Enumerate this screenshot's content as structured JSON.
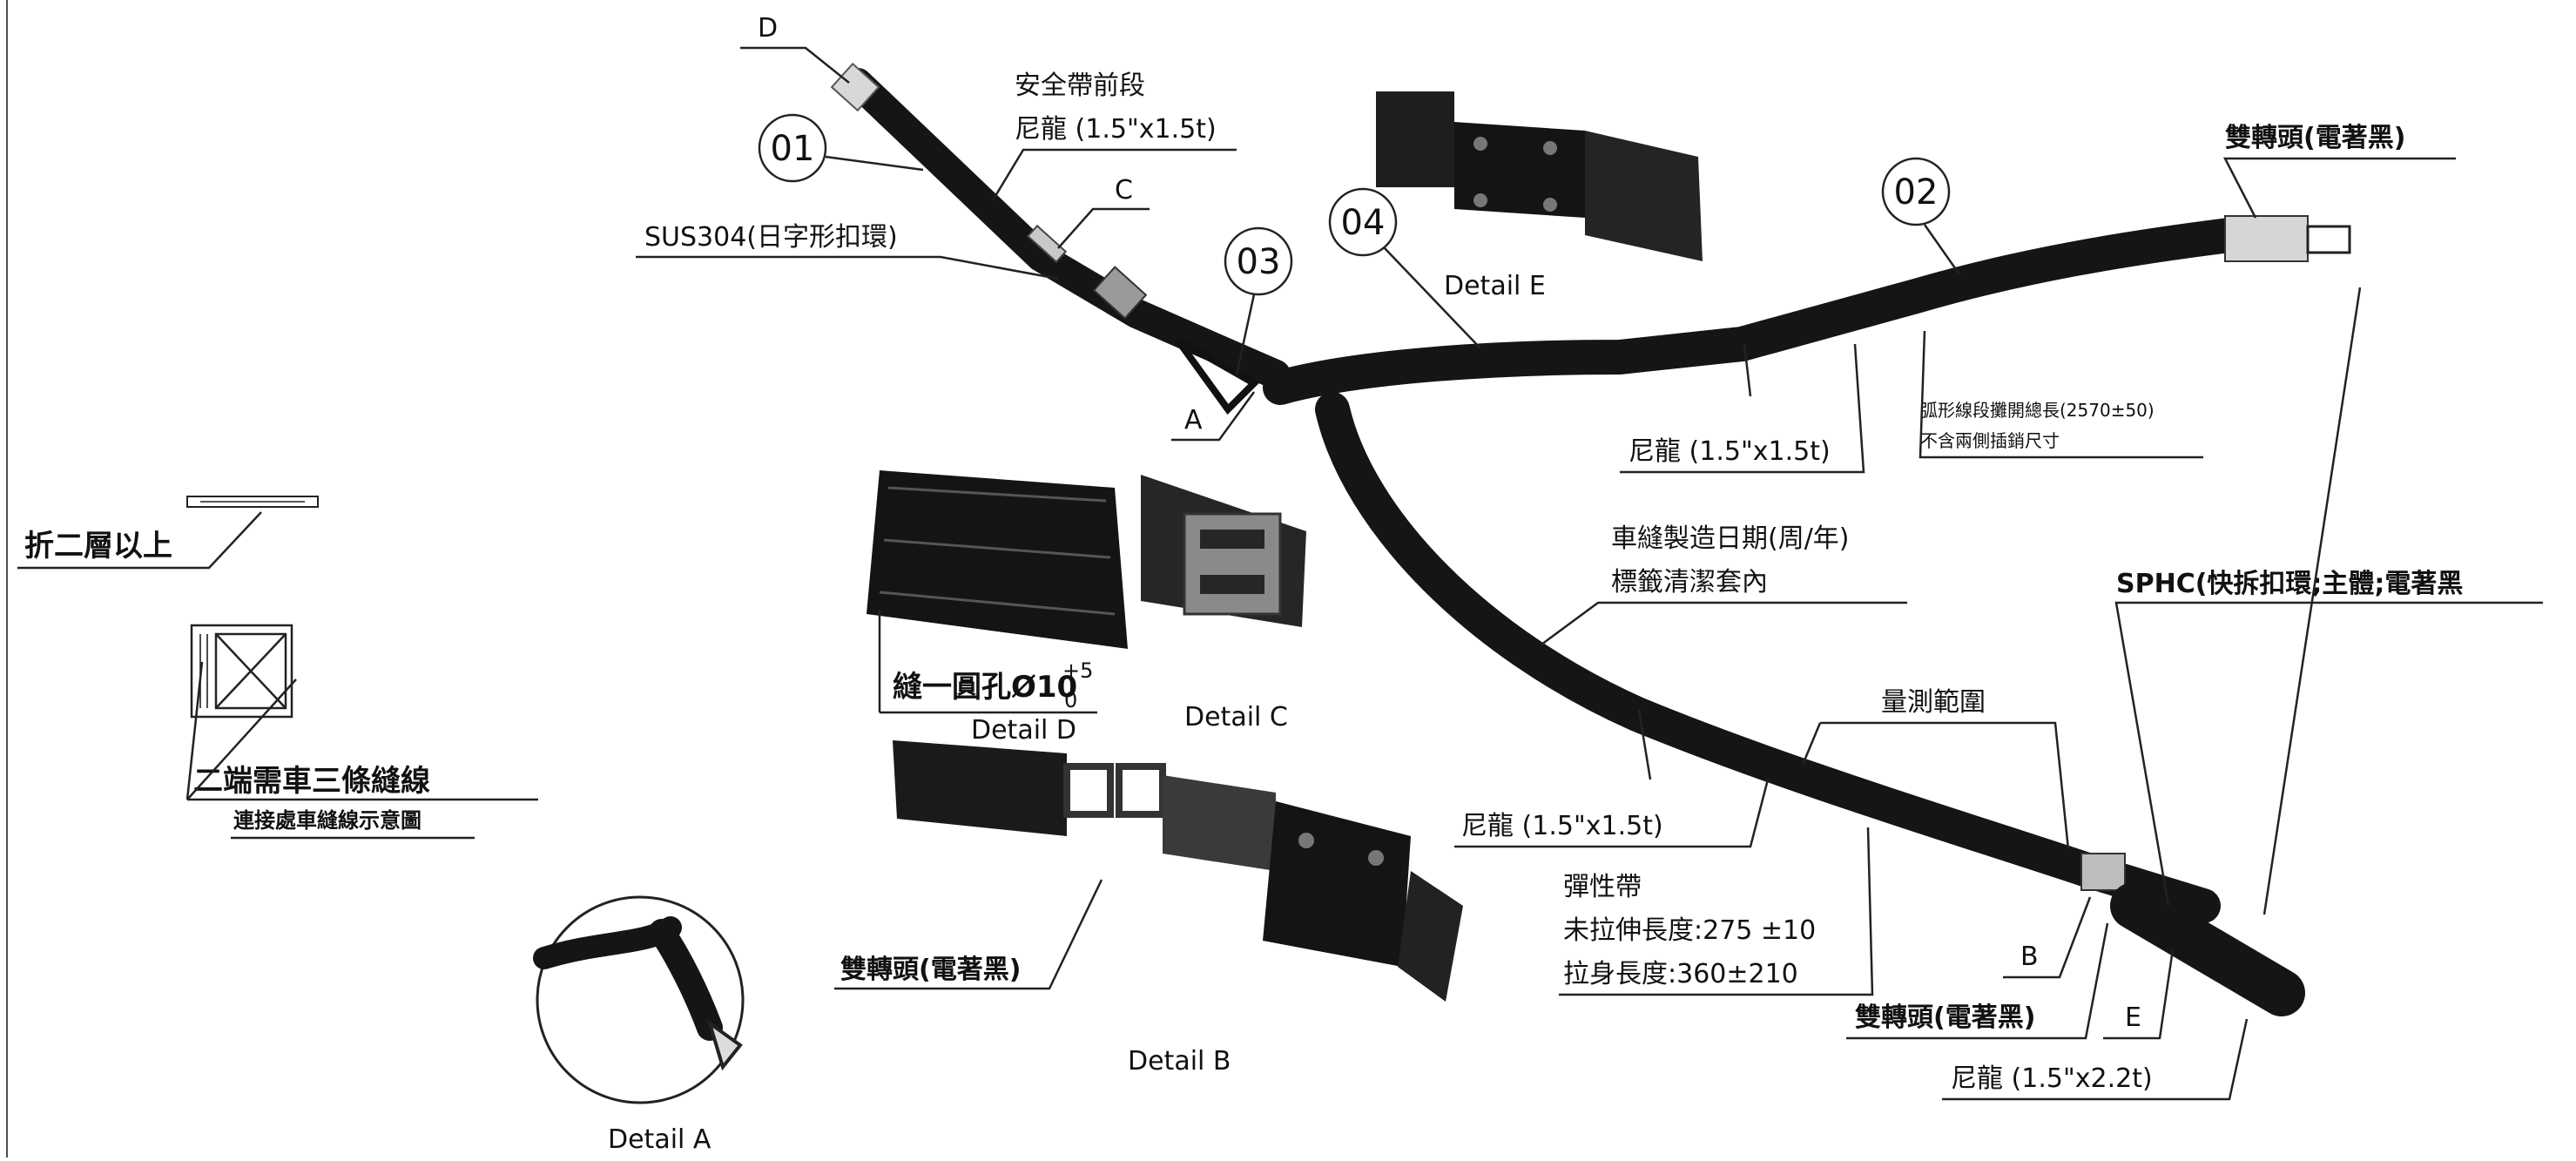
{
  "balloons": [
    "01",
    "02",
    "03",
    "04"
  ],
  "letters": [
    "D",
    "C",
    "A",
    "B",
    "E"
  ],
  "labels": {
    "front_section": "安全帶前段",
    "nylon_15_15": "尼龍 (1.5\"x1.5t)",
    "sus304": "SUS304(日字形扣環)",
    "swivel_black": "雙轉頭(電著黑)",
    "arc_length": "弧形線段攤開總長(2570±50)",
    "arc_note": "不含兩側插銷尺寸",
    "fold": "折二層以上",
    "three_seams": "二端需車三條縫線",
    "seam_diagram": "連接處車縫線示意圖",
    "date_line1": "車縫製造日期(周/年)",
    "date_line2": "標籤清潔套內",
    "sphc": "SPHC(快拆扣環;主體;電著黑",
    "hole": "縫一圓孔Ø10",
    "hole_tol_upper": "+5",
    "hole_tol_lower": "0",
    "measure_range": "量測範圍",
    "elastic": "彈性帶",
    "unstretched": "未拉伸長度:275 ±10",
    "stretched": "拉身長度:360±210",
    "nylon_15_22": "尼龍 (1.5\"x2.2t)"
  },
  "details": {
    "a": "Detail A",
    "b": "Detail B",
    "c": "Detail C",
    "d": "Detail D",
    "e": "Detail E"
  },
  "colors": {
    "belt": "#151515",
    "line": "#222222",
    "metal": "#9a9a9a"
  }
}
